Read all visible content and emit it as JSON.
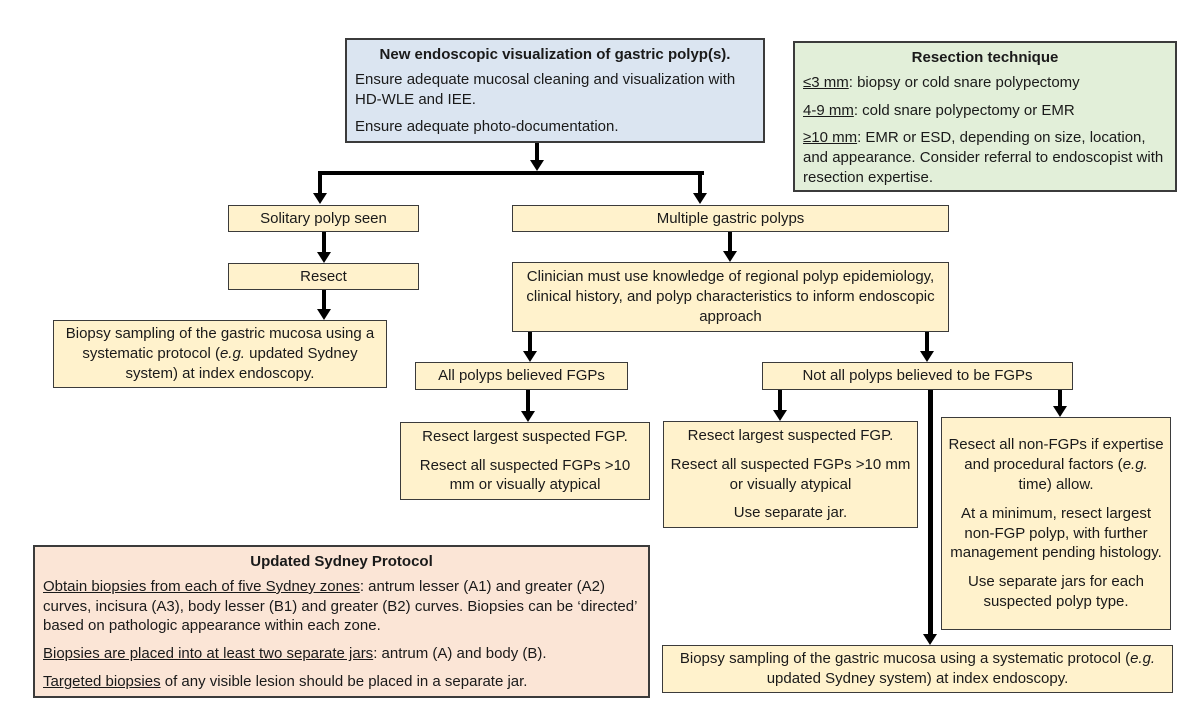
{
  "colors": {
    "start_box_fill": "#dbe5f1",
    "resection_box_fill": "#e2efd9",
    "flow_box_fill": "#fff2cc",
    "sydney_box_fill": "#fbe5d6",
    "border": "#3b3b3b",
    "arrow": "#000000"
  },
  "boxes": {
    "start": {
      "title": "New endoscopic visualization of gastric polyp(s).",
      "line1": "Ensure adequate mucosal cleaning and visualization with HD-WLE and IEE.",
      "line2": "Ensure adequate photo-documentation."
    },
    "resection_technique": {
      "title": "Resection technique",
      "rules": [
        {
          "size": "≤3 mm",
          "text": ": biopsy or cold snare polypectomy"
        },
        {
          "size": "4-9 mm",
          "text": ": cold snare polypectomy or EMR"
        },
        {
          "size": "≥10 mm",
          "text": ": EMR or ESD, depending on size, location, and appearance. Consider referral to endoscopist with resection expertise."
        }
      ]
    },
    "solitary": {
      "label": "Solitary polyp seen"
    },
    "resect": {
      "label": "Resect"
    },
    "biopsy_left": {
      "pre": "Biopsy sampling of the gastric mucosa using a systematic protocol (",
      "italic": "e.g.",
      "post": " updated Sydney system) at index endoscopy."
    },
    "multiple": {
      "label": "Multiple gastric polyps"
    },
    "clinician": {
      "text": "Clinician must use knowledge of regional polyp epidemiology, clinical history, and polyp characteristics to inform endoscopic approach"
    },
    "all_fgps": {
      "label": "All polyps believed FGPs"
    },
    "resect_fgp_left": {
      "p1": "Resect largest suspected FGP.",
      "p2": "Resect all suspected FGPs >10 mm or visually atypical"
    },
    "not_all_fgps": {
      "label": "Not all polyps believed to be FGPs"
    },
    "resect_fgp_mid": {
      "p1": "Resect largest suspected FGP.",
      "p2": "Resect all suspected FGPs >10 mm or visually atypical",
      "p3": "Use separate jar."
    },
    "non_fgps": {
      "p1_pre": "Resect all non-FGPs if expertise and procedural factors (",
      "p1_italic": "e.g.",
      "p1_post": " time) allow.",
      "p2": "At a minimum, resect largest non-FGP polyp, with further management pending histology.",
      "p3": "Use separate jars for each suspected polyp type."
    },
    "sydney": {
      "title": "Updated Sydney Protocol",
      "p1_underline": "Obtain biopsies from each of five Sydney zones",
      "p1_rest": ": antrum lesser (A1) and greater (A2) curves, incisura (A3), body lesser (B1) and greater (B2) curves. Biopsies can be ‘directed’ based on pathologic appearance within each zone.",
      "p2_underline": "Biopsies are placed into at least two separate jars",
      "p2_rest": ": antrum (A) and body (B).",
      "p3_underline": "Targeted biopsies",
      "p3_rest": " of any visible lesion should be placed in a separate jar."
    },
    "biopsy_bottom": {
      "pre": "Biopsy sampling of the gastric mucosa using a systematic protocol (",
      "italic": "e.g.",
      "post": " updated Sydney system) at index endoscopy."
    }
  }
}
